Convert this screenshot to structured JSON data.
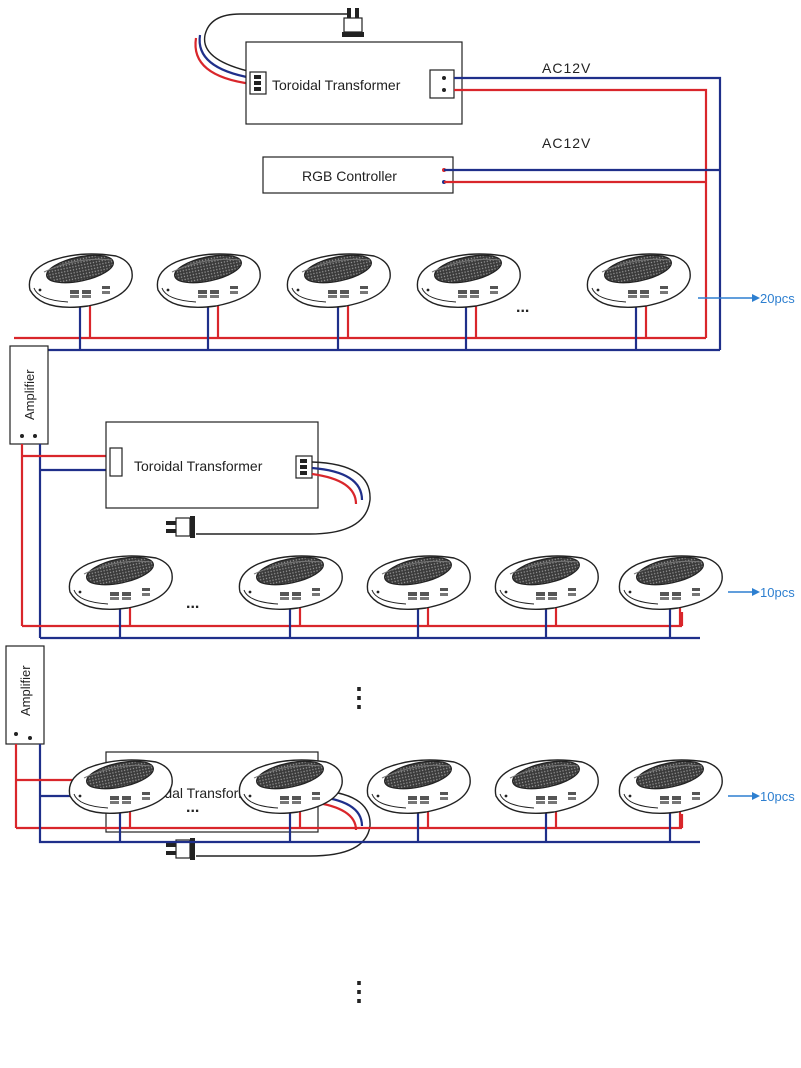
{
  "top": {
    "transformer_label": "Toroidal Transformer",
    "ac_label_1": "AC12V",
    "ac_label_2": "AC12V",
    "controller_label": "RGB Controller"
  },
  "row1": {
    "count_label": "20pcs",
    "ellipsis": "..."
  },
  "block2": {
    "amplifier_label": "Amplifier",
    "transformer_label": "Toroidal Transformer",
    "ellipsis": "...",
    "count_label": "10pcs"
  },
  "vertical_ellipsis_1": "⋮",
  "block3": {
    "amplifier_label": "Amplifier",
    "transformer_label": "Toroidal Transformer",
    "ellipsis": "...",
    "count_label": "10pcs"
  },
  "vertical_ellipsis_2": "⋮",
  "colors": {
    "positive_wire": "#d9262b",
    "signal_wire": "#1f2f8a",
    "count_arrow": "#2d7fd0"
  },
  "icons": [
    "pool-light-icon",
    "power-plug-icon",
    "terminal-block-icon",
    "arrow-right-icon"
  ]
}
